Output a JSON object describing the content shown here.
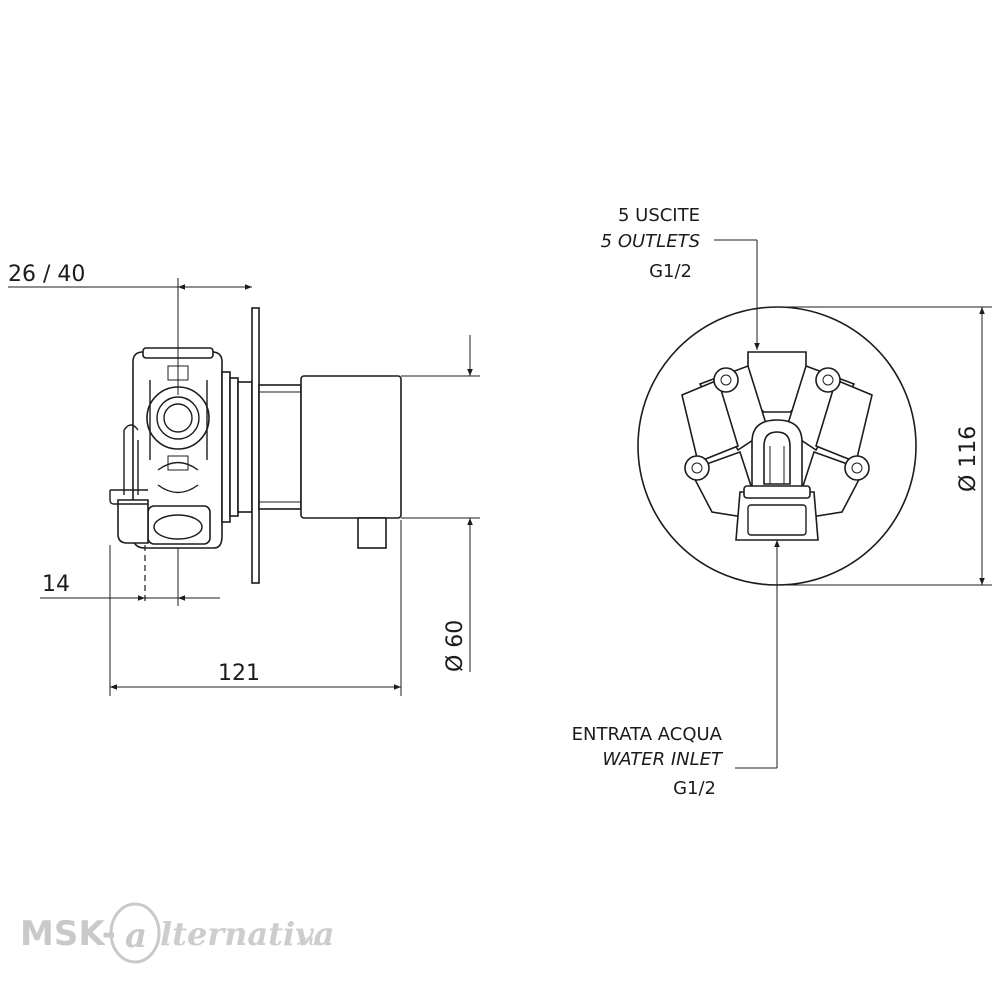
{
  "dimensions": {
    "top_left": "26 / 40",
    "offset": "14",
    "length": "121",
    "body_diameter": "Ø 60",
    "plate_diameter": "Ø 116"
  },
  "outlets_label": {
    "line1": "5 USCITE",
    "line2": "5 OUTLETS",
    "line3": "G1/2"
  },
  "inlet_label": {
    "line1": "ENTRATA ACQUA",
    "line2": "WATER INLET",
    "line3": "G1/2"
  },
  "watermark": {
    "text_left": "MSK-",
    "text_right": "lternativa",
    "text_domain": ".ru"
  }
}
